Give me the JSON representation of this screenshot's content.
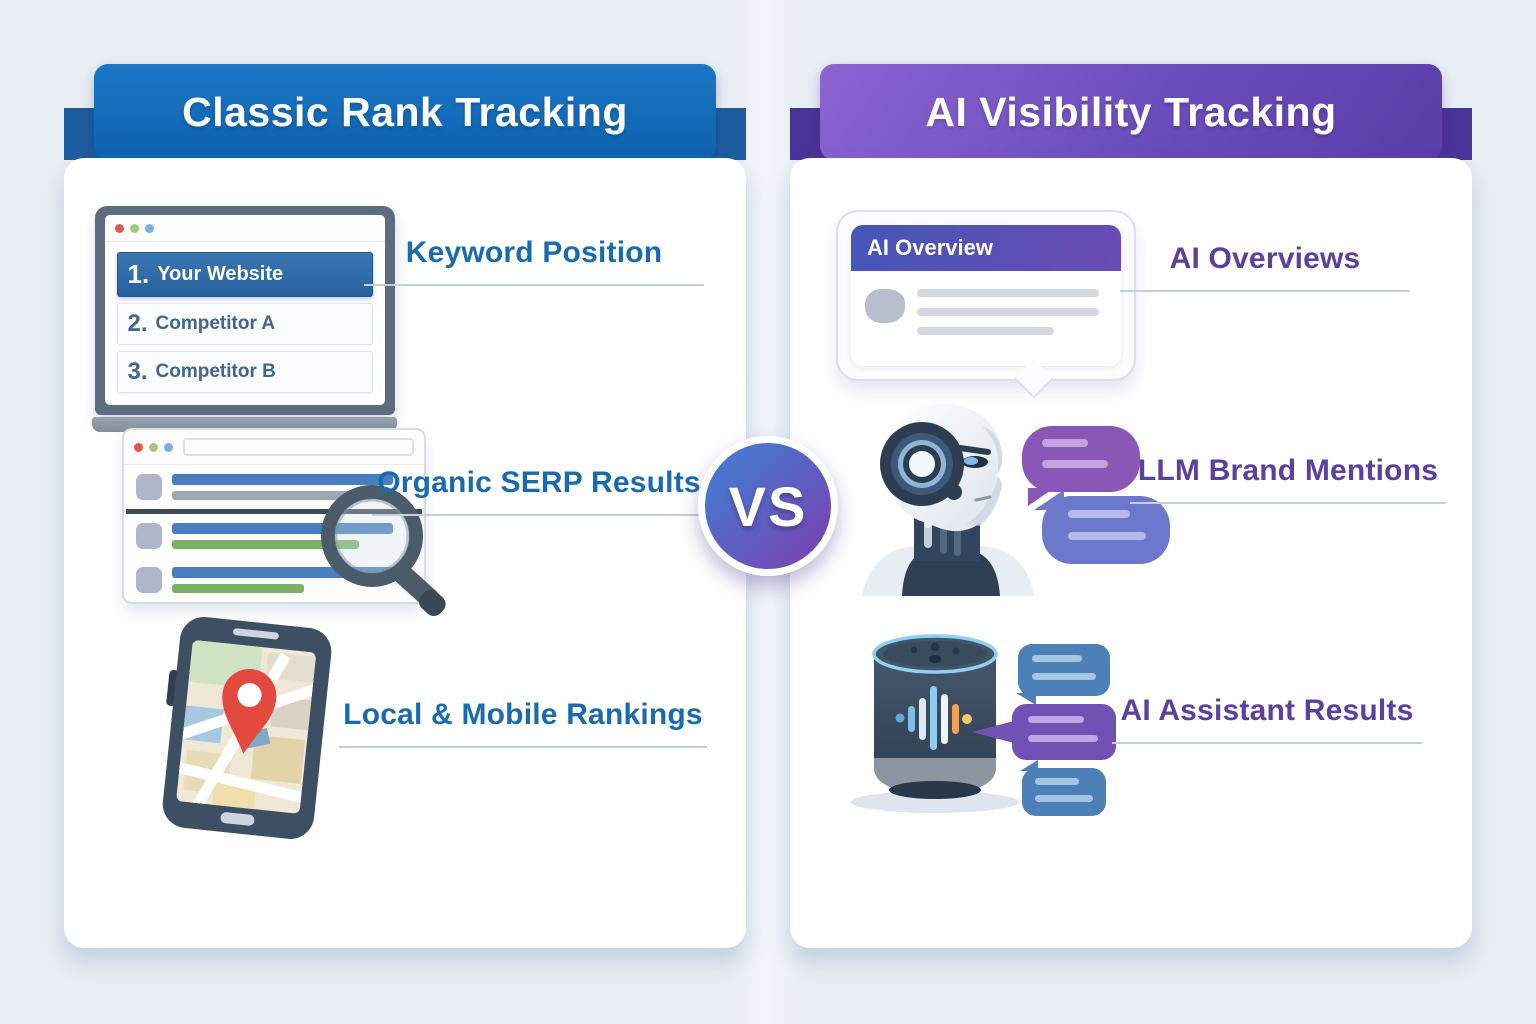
{
  "vs_label": "VS",
  "colors": {
    "background": "#e9edf4",
    "left_accent": "#1268b5",
    "left_band": "#1d5c9e",
    "left_text": "#1a6ab2",
    "right_accent": "#6a4cbb",
    "right_band": "#4b3497",
    "right_text": "#5d3fa0",
    "vs_gradient": [
      "#3f83d6",
      "#7b3fb0"
    ]
  },
  "left_panel": {
    "title": "Classic Rank Tracking",
    "laptop_list": [
      {
        "rank": "1.",
        "name": "Your Website"
      },
      {
        "rank": "2.",
        "name": "Competitor A"
      },
      {
        "rank": "3.",
        "name": "Competitor B"
      }
    ],
    "rows": [
      {
        "icon": "laptop-ranking-icon",
        "label": "Keyword Position"
      },
      {
        "icon": "serp-magnifier-icon",
        "label": "Organic SERP Results"
      },
      {
        "icon": "phone-map-icon",
        "label": "Local & Mobile Rankings"
      }
    ]
  },
  "right_panel": {
    "title": "AI Visibility Tracking",
    "ai_card_header": "AI Overview",
    "rows": [
      {
        "icon": "ai-overview-card-icon",
        "label": "AI Overviews"
      },
      {
        "icon": "robot-head-icon",
        "label": "LLM Brand Mentions"
      },
      {
        "icon": "smart-speaker-icon",
        "label": "AI Assistant Results"
      }
    ]
  }
}
